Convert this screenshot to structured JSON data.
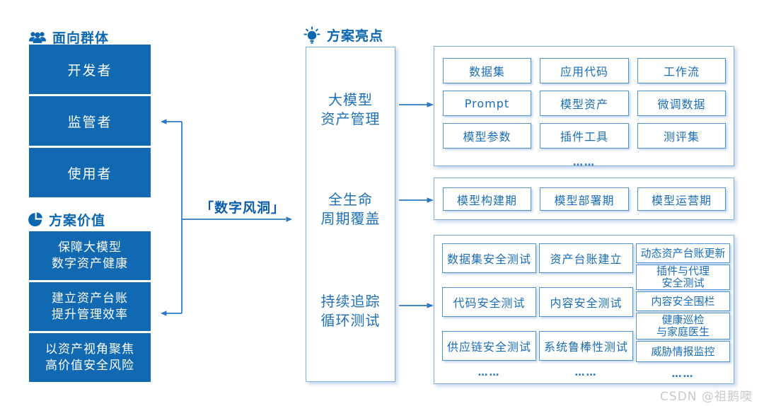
{
  "colors": {
    "primary_fill": "#1169b2",
    "header_text": "#0c66b0",
    "cell_text": "#1a6db6",
    "cell_border": "#4f94d0",
    "panel_border": "#7fafd9",
    "arrow": "#2e78c4",
    "watermark_text_color": "#c9c9c9"
  },
  "audience": {
    "title": "面向群体",
    "items": [
      "开发者",
      "监管者",
      "使用者"
    ]
  },
  "value": {
    "title": "方案价值",
    "items": [
      "保障大模型\n数字资产健康",
      "建立资产台账\n提升管理效率",
      "以资产视角聚焦\n高价值安全风险"
    ]
  },
  "connector": {
    "label": "「数字风洞」"
  },
  "highlights": {
    "title": "方案亮点",
    "items": [
      "大模型\n资产管理",
      "全生命\n周期覆盖",
      "持续追踪\n循环测试"
    ]
  },
  "asset_group": {
    "cells": [
      "数据集",
      "应用代码",
      "工作流",
      "Prompt",
      "模型资产",
      "微调数据",
      "模型参数",
      "插件工具",
      "测评集"
    ],
    "ellipsis": "……"
  },
  "lifecycle_group": {
    "cells": [
      "模型构建期",
      "模型部署期",
      "模型运营期"
    ]
  },
  "testing_group": {
    "col1": [
      "数据集安全测试",
      "代码安全测试",
      "供应链安全测试"
    ],
    "col2": [
      "资产台账建立",
      "内容安全测试",
      "系统鲁棒性测试"
    ],
    "col3": [
      "动态资产台账更新",
      "插件与代理\n安全测试",
      "内容安全围栏",
      "健康巡检\n与家庭医生",
      "威胁情报监控"
    ],
    "ellipsis": "……"
  },
  "watermark": "CSDN @祖鹅噢"
}
